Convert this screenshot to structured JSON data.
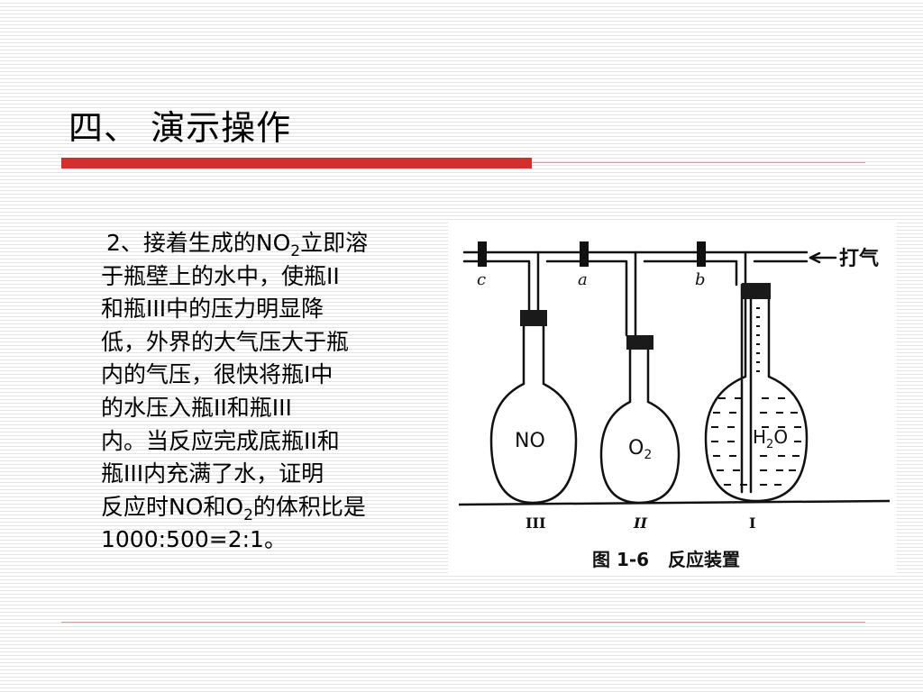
{
  "slide": {
    "title": "四、 演示操作",
    "paragraph": {
      "lead": "2、接着生成的NO",
      "sub1": "2",
      "mid": "立即溶\n于瓶壁上的水中，使瓶II\n和瓶III中的压力明显降\n低，外界的大气压大于瓶\n内的气压，很快将瓶I中\n的水压入瓶II和瓶III\n内。当反应完成底瓶II和\n瓶III内充满了水，证明\n反应时NO和O",
      "sub2": "2",
      "tail": "的体积比是\n1000:500=2:1。"
    }
  },
  "figure": {
    "valve_labels": [
      "c",
      "a",
      "b"
    ],
    "pump_label": "打气",
    "flask_contents": {
      "left": "NO",
      "middle_main": "O",
      "middle_sub": "2",
      "right_main": "H",
      "right_sub": "2",
      "right_end": "O"
    },
    "flask_numbers": [
      "III",
      "II",
      "I"
    ],
    "caption": "图 1-6   反应装置",
    "colors": {
      "ink": "#111111",
      "accent_red": "#d32f2f"
    }
  }
}
